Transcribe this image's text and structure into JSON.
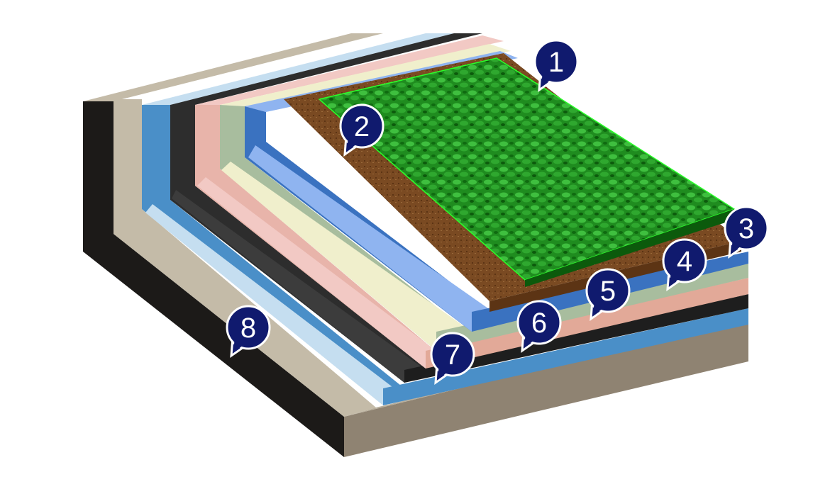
{
  "markers": [
    {
      "id": "1",
      "label": "1"
    },
    {
      "id": "2",
      "label": "2"
    },
    {
      "id": "3",
      "label": "3"
    },
    {
      "id": "4",
      "label": "4"
    },
    {
      "id": "5",
      "label": "5"
    },
    {
      "id": "6",
      "label": "6"
    },
    {
      "id": "7",
      "label": "7"
    },
    {
      "id": "8",
      "label": "8"
    }
  ],
  "colors": {
    "marker_fill": "#101a6e",
    "marker_stroke": "#ffffff",
    "concrete_top": "#c4bba8",
    "concrete_front": "#8f8372",
    "concrete_side": "#1c1a18",
    "light_blue": "#c5def0",
    "mid_blue": "#4a8fc8",
    "black_layer": "#2d2d2d",
    "pink": "#f2c9c4",
    "salmon": "#e2a998",
    "cream": "#f0efcc",
    "sage": "#a8bd9e",
    "periwinkle": "#8fb4f0",
    "royal_blue": "#3a72c0",
    "soil": "#7a4a22",
    "grass": "#1e8f1e"
  }
}
